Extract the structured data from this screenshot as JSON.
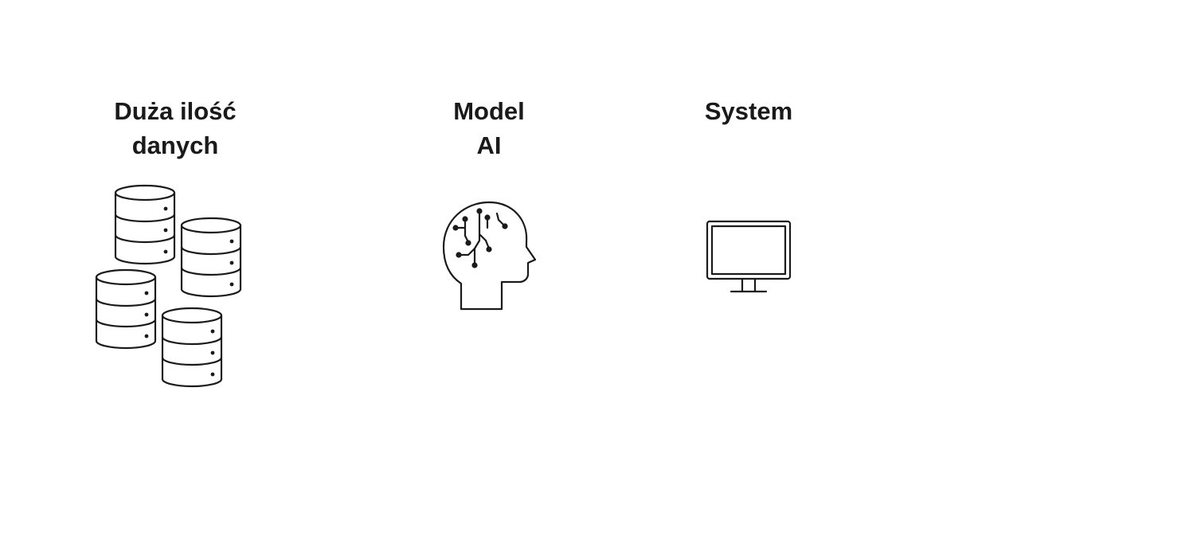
{
  "columns": [
    {
      "id": "data",
      "title_lines": [
        "Duża ilość",
        "danych"
      ],
      "icon": "database-stack-icon"
    },
    {
      "id": "model",
      "title_lines": [
        "Model",
        "AI"
      ],
      "icon": "ai-brain-head-icon"
    },
    {
      "id": "system",
      "title_lines": [
        "System"
      ],
      "icon": "computer-monitor-icon"
    }
  ],
  "colors": {
    "ink": "#1a1a1a",
    "background": "#ffffff"
  }
}
